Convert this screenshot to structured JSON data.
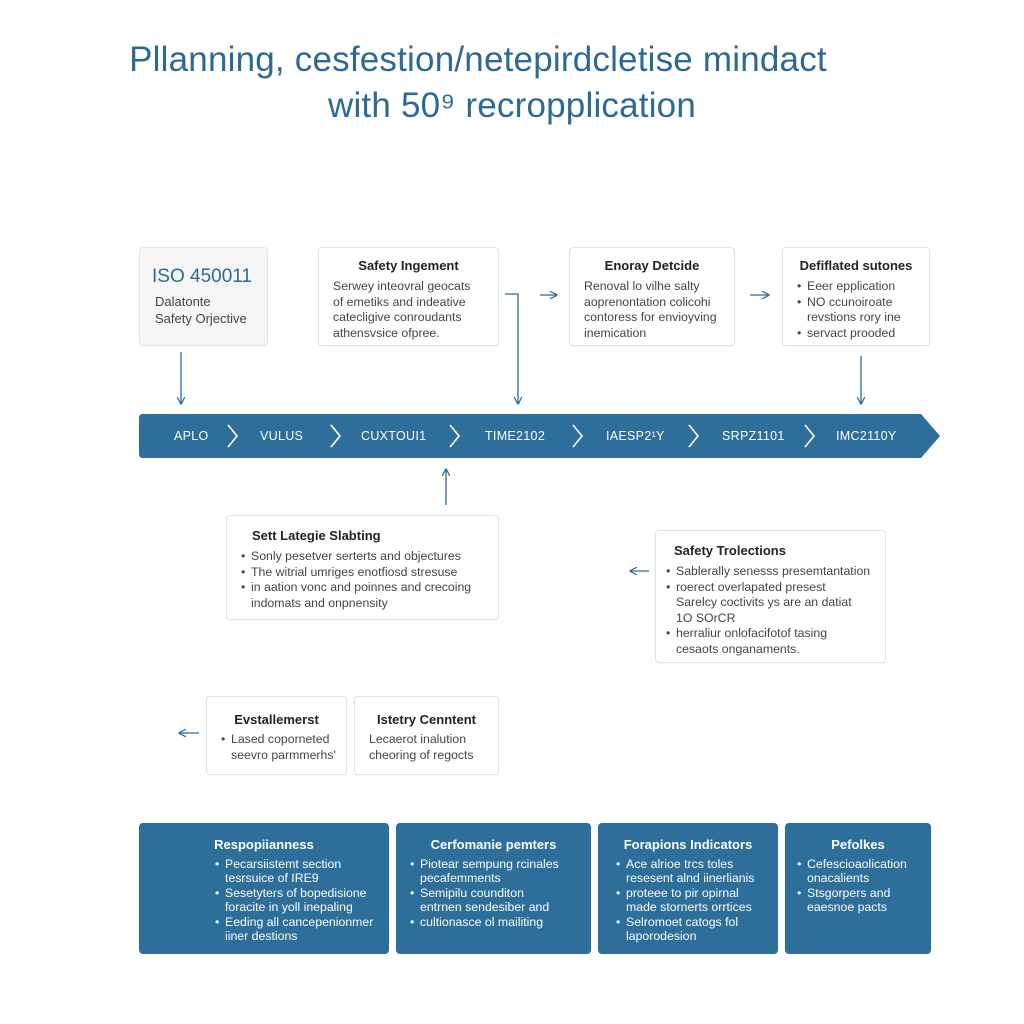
{
  "title": {
    "line1": "Pllanning, cesfestion/netepirdcletise mindact",
    "line2": "with 50⁹ recropplication"
  },
  "colors": {
    "accent": "#2c6a94",
    "timeline": "#2d6e9a",
    "card_border": "#e2e2e2"
  },
  "iso_card": {
    "title": "ISO 450011",
    "line1": "Dalatonte",
    "line2": "Safety Orjective"
  },
  "top_cards": [
    {
      "title": "Safety Ingement",
      "lines": [
        "Serwey inteovral geocats",
        "of emetiks and indeative",
        "catecligive conroudants",
        "athensvsice ofpree."
      ]
    },
    {
      "title": "Enoray Detcide",
      "lines": [
        "Renoval lo vilhe salty",
        "aoprenontation colicohi",
        "contoress for envioyving",
        "inemication"
      ]
    },
    {
      "title": "Defiflated sutones",
      "items": [
        "Eeer epplication",
        "NO ccunoiroate",
        "revstions rory ine",
        "servact prooded"
      ]
    }
  ],
  "timeline": {
    "labels": [
      "APLO",
      "VULUS",
      "CUXTOUI1",
      "TIME2102",
      "IAESP2¹Y",
      "SRPZ1101",
      "IMC2110Y"
    ]
  },
  "strategy_card": {
    "title": "Sett Lategie Slabting",
    "items": [
      "Sonly pesetver serterts and objectures",
      "The witrial umriges enotfiosd stresuse",
      "in aation vonc and poinnes and crecoing"
    ],
    "tail": "indomats and onpnensity"
  },
  "protections_card": {
    "title": "Safety Trolections",
    "items": [
      "Sablerally senesss presemtantation",
      "roerect overlapated presest"
    ],
    "middle": [
      "Sarelcy coctivits ys are an datiat",
      "1O SOrCR"
    ],
    "items2": [
      "herraliur onlofacifotof tasing"
    ],
    "tail": "cesaots onganaments."
  },
  "establishment_card": {
    "title": "Evstallemerst",
    "items": [
      "Lased coporneted"
    ],
    "tail": "seevro parmmerhs'"
  },
  "content_card": {
    "title": "Istetry Cenntent",
    "lines": [
      "Lecaerot inalution",
      "cheoring of regocts"
    ]
  },
  "bottom_cards": [
    {
      "title": "Respopiianness",
      "items": [
        "Pecarsiistemt section",
        "Sesetyters of bopedisione",
        "Eeding all cancepenionmer"
      ],
      "conts": [
        "tesrsuice of IRE9",
        "foracite in yoll inepaling",
        "iiner destions"
      ]
    },
    {
      "title": "Cerfomanie pemters",
      "items": [
        "Piotear sempung rcinales",
        "Semipilu counditon",
        "cultionasce ol mailiting"
      ],
      "conts": [
        "pecafemments",
        "entrnen sendesiber and"
      ]
    },
    {
      "title": "Forapions Indicators",
      "items": [
        "Ace alrioe trcs toles",
        "proteee to pir opirnal",
        "Selromoet catogs fol"
      ],
      "conts": [
        "resesent alnd iinerlianis",
        "made stornerts orrtices",
        "laporodesion"
      ]
    },
    {
      "title": "Pefolkes",
      "items": [
        "Cefescioaolication",
        "Stsgorpers and"
      ],
      "conts": [
        "onacalients",
        "eaesnoe pacts"
      ]
    }
  ]
}
